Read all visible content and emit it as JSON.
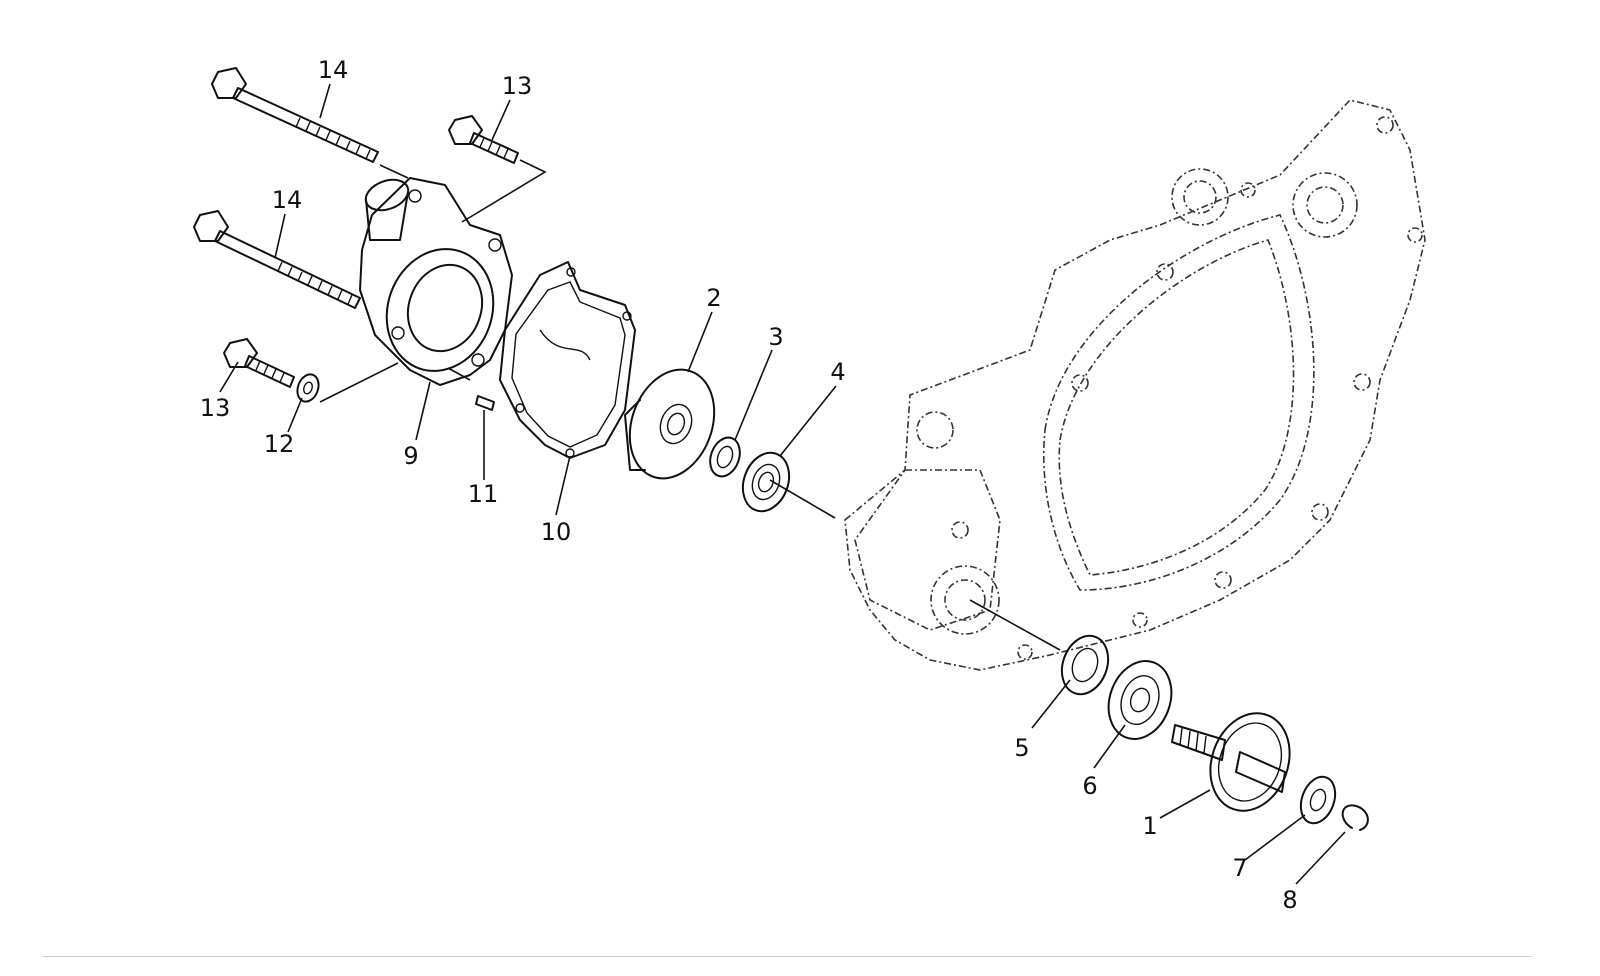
{
  "parts": [
    {
      "id": "p1",
      "label": "1"
    },
    {
      "id": "p2",
      "label": "2"
    },
    {
      "id": "p3",
      "label": "3"
    },
    {
      "id": "p4",
      "label": "4"
    },
    {
      "id": "p5",
      "label": "5"
    },
    {
      "id": "p6",
      "label": "6"
    },
    {
      "id": "p7",
      "label": "7"
    },
    {
      "id": "p8",
      "label": "8"
    },
    {
      "id": "p9",
      "label": "9"
    },
    {
      "id": "p10",
      "label": "10"
    },
    {
      "id": "p11",
      "label": "11"
    },
    {
      "id": "p12",
      "label": "12"
    },
    {
      "id": "p13a",
      "label": "13"
    },
    {
      "id": "p13b",
      "label": "13"
    },
    {
      "id": "p14a",
      "label": "14"
    },
    {
      "id": "p14b",
      "label": "14"
    }
  ]
}
